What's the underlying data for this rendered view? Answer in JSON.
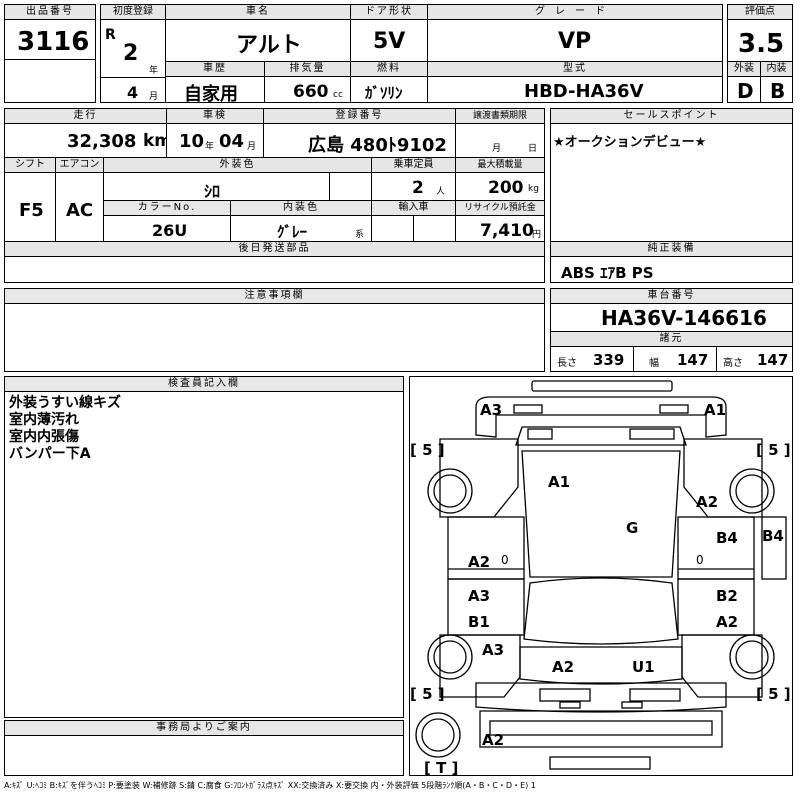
{
  "header": {
    "lot_label": "出品番号",
    "lot_no": "3116",
    "first_reg_label": "初度登録",
    "era": "R",
    "year": "2",
    "year_unit": "年",
    "month": "4",
    "month_unit": "月",
    "car_name_label": "車名",
    "car_name": "アルト",
    "door_label": "ドア形状",
    "door": "5V",
    "grade_label": "グレード",
    "grade": "VP",
    "score_label": "評価点",
    "score": "3.5",
    "history_label": "車歴",
    "history": "自家用",
    "displacement_label": "排気量",
    "displacement": "660",
    "displacement_unit": "cc",
    "fuel_label": "燃料",
    "fuel": "ｶﾞｿﾘﾝ",
    "model_label": "型式",
    "model": "HBD-HA36V",
    "exterior_label": "外装",
    "exterior": "D",
    "interior_label": "内装",
    "interior": "B"
  },
  "row2": {
    "mileage_label": "走行",
    "mileage": "32,308",
    "mileage_unit": "km",
    "inspection_label": "車検",
    "insp_year": "10",
    "insp_year_unit": "年",
    "insp_month": "04",
    "insp_month_unit": "月",
    "reg_no_label": "登録番号",
    "reg_no": "広島 480ﾄ9102",
    "transfer_label": "譲渡書類期限",
    "transfer_month": "月",
    "transfer_day": "日",
    "selling_label": "セールスポイント",
    "selling_text": "★オークションデビュー★"
  },
  "row3": {
    "shift_label": "シフト",
    "shift": "F5",
    "ac_label": "エアコン",
    "ac": "AC",
    "ext_color_label": "外装色",
    "ext_color": "ｼﾛ",
    "capacity_label": "乗車定員",
    "capacity": "2",
    "capacity_unit": "人",
    "load_label": "最大積載量",
    "load": "200",
    "load_unit": "kg",
    "color_no_label": "カラーNo.",
    "color_no": "26U",
    "int_color_label": "内装色",
    "int_color": "ｸﾞﾚｰ",
    "int_color_unit": "系",
    "import_label": "輸入車",
    "recycle_label": "リサイクル預託金",
    "recycle": "7,410",
    "recycle_unit": "円"
  },
  "later_parts_label": "後日発送部品",
  "genuine_label": "純正装備",
  "genuine": "ABS ｴｱB PS",
  "caution_label": "注意事項欄",
  "chassis_label": "車台番号",
  "chassis_no": "HA36V-146616",
  "spec_label": "諸元",
  "length_label": "長さ",
  "length": "339",
  "width_label": "幅",
  "width": "147",
  "height_label": "高さ",
  "height": "147",
  "inspector_label": "検査員記入欄",
  "inspector_notes": [
    "外装うすい線キズ",
    "室内薄汚れ",
    "室内内張傷",
    "バンパー下A"
  ],
  "office_label": "事務局よりご案内",
  "diagram": {
    "marks": {
      "a3_top": "A3",
      "a1_top": "A1",
      "a1_roof": "A1",
      "a2_right": "A2",
      "g": "G",
      "b4_in": "B4",
      "b4_out": "B4",
      "a2_left": "A2",
      "zero_l": "0",
      "zero_r": "0",
      "a3_left": "A3",
      "b1": "B1",
      "b2": "B2",
      "a2_rear_r": "A2",
      "a3_left2": "A3",
      "a2_bottom": "A2",
      "u1": "U1",
      "a2_tail": "A2"
    },
    "tire_tl": "[ 5 ]",
    "tire_tr": "[ 5 ]",
    "tire_bl": "[ 5 ]",
    "tire_br": "[ 5 ]",
    "tire_spare": "[ T ]"
  },
  "legend": "A:ｷｽﾞ U:ﾍｺﾐ B:ｷｽﾞを伴うﾍｺﾐ P:要塗装 W:補修跡 S:錆 C:腐食 G:ﾌﾛﾝﾄｶﾞﾗｽ点ｷｽﾞ XX:交換済み X:要交換 内・外装評価 5段階ﾗﾝｸ順(A・B・C・D・E) 1"
}
